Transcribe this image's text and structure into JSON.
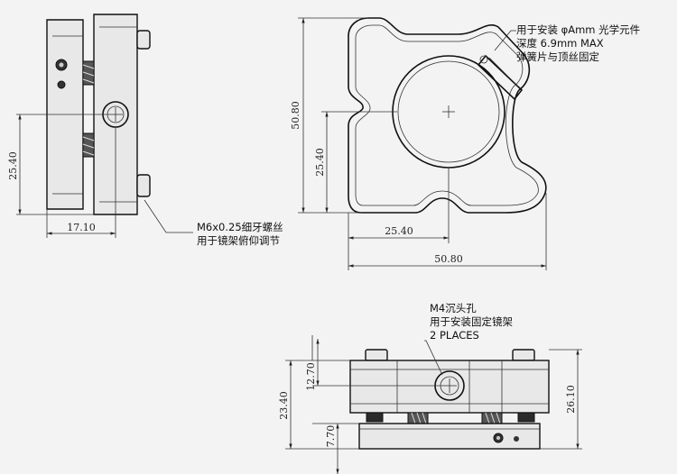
{
  "colors": {
    "background": "#f3f3f3",
    "line": "#111111",
    "dimension": "#333333"
  },
  "views": {
    "side": {
      "dim_width": "17.10",
      "dim_height": "25.40",
      "note_line1": "M6x0.25细牙螺丝",
      "note_line2": "用于镜架俯仰调节"
    },
    "front": {
      "dim_height": "50.80",
      "dim_center_height": "25.40",
      "dim_center_width": "25.40",
      "dim_width": "50.80",
      "note_line1": "用于安装 φAmm 光学元件",
      "note_line2": "深度 6.9mm  MAX",
      "note_line3": "弹簧片与顶丝固定"
    },
    "bottom": {
      "note_line1": "M4沉头孔",
      "note_line2": "用于安装固定镜架",
      "note_line3": "2 PLACES",
      "dim_total_height": "23.40",
      "dim_upper_height": "12.70",
      "dim_lower_height": "7.70",
      "dim_right_height": "26.10"
    }
  }
}
